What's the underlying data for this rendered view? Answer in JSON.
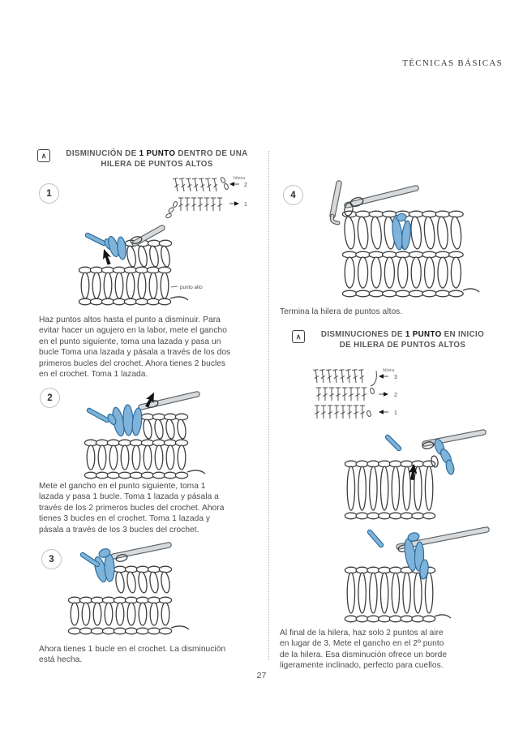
{
  "page": {
    "running_header": "TÉCNICAS BÁSICAS",
    "page_number": "27"
  },
  "colors": {
    "yarn_blue": "#7fb3d9",
    "yarn_blue_dark": "#2d6d9e",
    "ink": "#4a4a4a",
    "line_ink": "#3e3e3e",
    "hook_light": "#d7dadc",
    "hook_dark": "#5a6064",
    "divider": "#a3b2b6",
    "circle_border": "#c2c2c2"
  },
  "icons": {
    "section_level_glyph": "∧"
  },
  "section1": {
    "title_pre": "DISMINUCIÓN DE ",
    "title_bold": "1 PUNTO",
    "title_post": " DENTRO DE UNA",
    "title_line2": "HILERA DE PUNTOS ALTOS"
  },
  "section2": {
    "title_pre": "DISMINUCIONES DE ",
    "title_bold": "1 PUNTO",
    "title_post": " EN INICIO",
    "title_line2": "DE HILERA DE PUNTOS ALTOS"
  },
  "diagram1": {
    "axis_label": "hilera",
    "rows": [
      {
        "num": "2",
        "dir": "left"
      },
      {
        "num": "1",
        "dir": "right"
      }
    ]
  },
  "diagram2": {
    "axis_label": "hilera",
    "rows": [
      {
        "num": "3",
        "dir": "left"
      },
      {
        "num": "2",
        "dir": "right"
      },
      {
        "num": "1",
        "dir": "left"
      }
    ]
  },
  "labels": {
    "punto_alto": "punto alto"
  },
  "steps": [
    {
      "number": "1",
      "text": "Haz puntos altos hasta el punto a disminuir. Para\nevitar hacer un agujero en la labor, mete el gancho\nen el punto siguiente, toma una lazada y pasa un\nbucle Toma una lazada y pásala a través de los dos\nprimeros bucles del crochet. Ahora tienes 2 bucles\nen el crochet. Toma 1 lazada."
    },
    {
      "number": "2",
      "text": "Mete el gancho en el punto siguiente, toma 1\nlazada y pasa 1 bucle. Toma 1 lazada y pásala a\ntravés de los 2 primeros bucles del crochet. Ahora\ntienes 3 bucles en el crochet. Toma 1 lazada y\npásala a través de los 3 bucles del crochet."
    },
    {
      "number": "3",
      "text": "Ahora tienes 1 bucle en el crochet. La disminución\nestá hecha."
    },
    {
      "number": "4",
      "text": "Termina la hilera de puntos altos."
    }
  ],
  "section2_text": "Al final de la hilera, haz solo 2 puntos al aire\nen lugar de 3. Mete el gancho en el 2º punto\nde la hilera. Esa disminución ofrece un borde\nligeramente inclinado, perfecto para cuellos."
}
